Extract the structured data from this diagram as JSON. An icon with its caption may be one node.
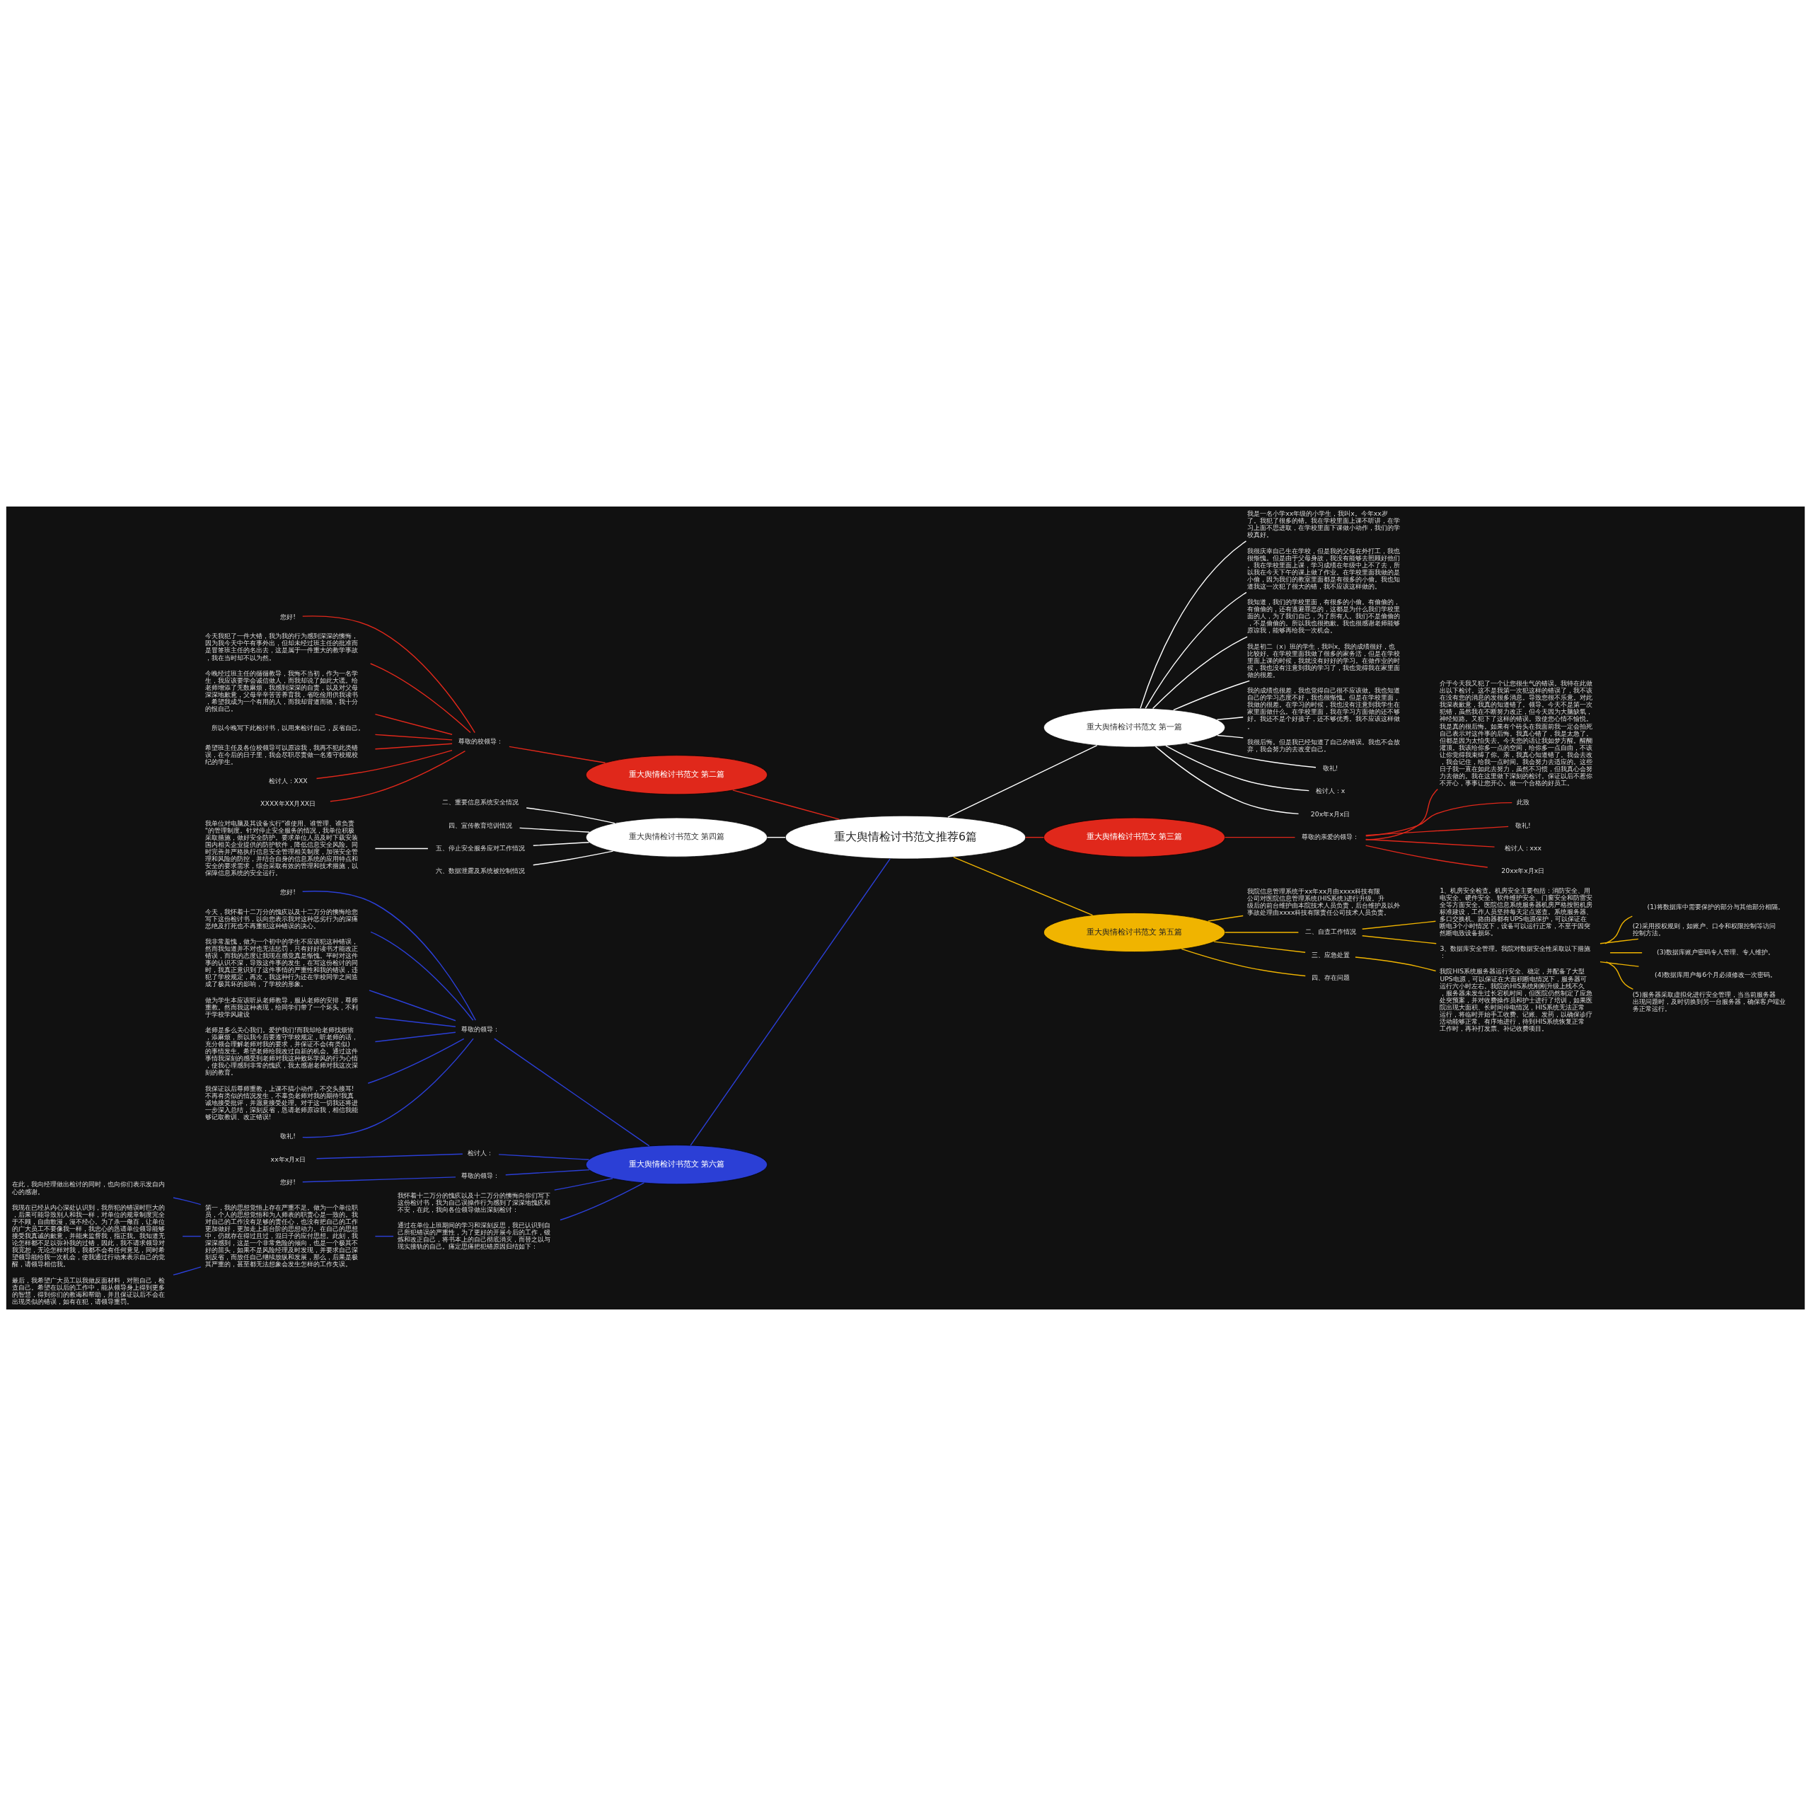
{
  "diagram": {
    "nodes": [
      {
        "text": [
          "重大舆情检讨书范文推荐6篇"
        ]
      },
      {
        "text": [
          "重大舆情检讨书范文 第一篇"
        ]
      },
      {
        "text": [
          "我是一名小学xx年级的小学生，我叫x。今年xx岁了。我犯了很多的错。我在学校里面上课不听讲，在学习上面不思进取，在学校里面下课做小动作，我们的学校真好。"
        ]
      },
      {
        "text": [
          "我很庆幸自己生在学校，但是我的父母在外打工，我也很惭愧。但是由于父母身故，我没有能够去照顾好他们。我在学校里面上课，学习成绩在年级中上不了去，所以我在今天下午的课上做了作业。在学校里面我做的是小偷，因为我们的教室里面都是有很多的小偷。我也知道我这一次犯了很大的错，我不应该这样做的。"
        ]
      },
      {
        "text": [
          "我知道，我们的学校里面，有很多的小偷。有偷偷的，有偷偷的，还有逃避罪恶的，这都是为什么我们学校里面的人，为了我们自己，为了所有人。我们不是偷偷的，不是偷偷的。所以我也很抱歉。我也很感谢老师能够原谅我，能够再给我一次机会。"
        ]
      },
      {
        "text": [
          "我是初二（x）班的学生，我叫x。我的成绩很好，也比较好。在学校里面我做了很多的家务活，但是在学校里面上课的时候，我就没有好好的学习。在做作业的时候，我也没有注意到我的学习了，我也觉得我在家里面做的很差。"
        ]
      },
      {
        "text": [
          "我的成绩也很差，我也觉得自己很不应该做。我也知道自己的学习态度不好，我也很惭愧。但是在学校里面，我做的很差。在学习的时候，我也没有注意到我学生在家里面做什么。在学校里面，我在学习方面做的还不够好。我还不是个好孩子，还不够优秀。我不应该这样做。"
        ]
      },
      {
        "text": [
          "我很后悔。但是我已经知道了自己的错误。我也不会放弃，我会努力的去改变自己。"
        ]
      },
      {
        "text": [
          "敬礼!"
        ]
      },
      {
        "text": [
          "检讨人：x"
        ]
      },
      {
        "text": [
          "20x年x月x日"
        ]
      },
      {
        "text": [
          "重大舆情检讨书范文 第二篇"
        ]
      },
      {
        "text": [
          "尊敬的校领导："
        ]
      },
      {
        "text": [
          "您好!"
        ]
      },
      {
        "text": [
          "今天我犯了一件大错，我为我的行为感到深深的懊悔，因为我今天中午有事外出，但却未经过班主任的批准而是冒签班主任的名出去，这是属于一件重大的教学事故，我在当时却不以为然。"
        ]
      },
      {
        "text": [
          "今晚经过班主任的循循教导，我悔不当初，作为一名学生，我应该要学会诚信做人，而我却说了如此大谎。给老师增添了无数麻烦，我感到深深的自责，以及对父母深深地歉意，父母辛辛苦苦养育我，省吃俭用供我读书，希望我成为一个有用的人，而我却背道而驰，我十分的恨自己。"
        ]
      },
      {
        "text": [
          "所以今晚写下此检讨书，以用来检讨自己，反省自己。"
        ]
      },
      {
        "text": [
          "希望班主任及各位校领导可以原谅我，我再不犯此类错误，在今后的日子里，我会尽职尽责做一名遵守校规校纪的学生。"
        ]
      },
      {
        "text": [
          "检讨人：XXX"
        ]
      },
      {
        "text": [
          "XXXX年XX月XX日"
        ]
      },
      {
        "text": [
          "重大舆情检讨书范文 第三篇"
        ]
      },
      {
        "text": [
          "尊敬的亲爱的领导："
        ]
      },
      {
        "text": [
          "介于今天我又犯了一个让您很生气的错误。我特在此做出以下检讨。这不是我第一次犯这样的错误了，我不该在没有您的消息的发很多消息。导致您很不乐意。对此我深表歉意，我真的知道错了。领导。今天不是第一次犯错，虽然我在不断努力改正，但今天因为大脑缺氧，神经短路。又犯下了这样的错误。致使您心情不愉悦。我是真的很后悔。如果有个砖头在我面前我一定会拍死自己表示对这件事的后悔。我真心错了，我是太急了。但都是因为太怕失去。今天您的话让我如梦方醒。醒醐灌顶。我该给你多一点的空间，给你多一点自由，不该让你觉得我束缚了你。亲，我真心知道错了。我会去改，我会记住，给我一点时间。我会努力去适应的。这些日子我一直在如此去努力，虽然不习惯，但我真心会努力去做的。我在这里做下深刻的检讨。保证以后不惹你不开心，事事让您开心。做一个合格的好员工。"
        ]
      },
      {
        "text": [
          "此致"
        ]
      },
      {
        "text": [
          "敬礼!"
        ]
      },
      {
        "text": [
          "检讨人：xxx"
        ]
      },
      {
        "text": [
          "20xx年x月x日"
        ]
      },
      {
        "text": [
          "重大舆情检讨书范文 第四篇"
        ]
      },
      {
        "text": [
          "二、重要信息系统安全情况"
        ]
      },
      {
        "text": [
          "四、宣传教育培训情况"
        ]
      },
      {
        "text": [
          "五、停止安全服务应对工作情况"
        ]
      },
      {
        "text": [
          "我单位对电脑及其设备实行\"谁使用、谁管理、谁负责\"的管理制度。针对停止安全服务的情况，我单位积极采取措施，做好安全防护。要求单位人员及时下载安装国内相关企业提供的防护软件，降低信息安全风险。同时完善并严格执行信息安全管理相关制度，加强安全管理和风险的防控，并结合自身的信息系统的应用特点和安全的要求需求，综合采取有效的管理和技术措施，以保障信息系统的安全运行。"
        ]
      },
      {
        "text": [
          "六、数据泄露及系统被控制情况"
        ]
      },
      {
        "text": [
          "重大舆情检讨书范文 第五篇"
        ]
      },
      {
        "text": [
          "我院信息管理系统于xx年xx月由xxxx科技有限公司对医院信息管理系统(HIS系统)进行升级。升级后的前台维护由本院技术人员负责，后台维护及以外事故处理由xxxx科技有限责任公司技术人员负责。"
        ]
      },
      {
        "text": [
          "二、自查工作情况"
        ]
      },
      {
        "text": [
          "1、机房安全检查。机房安全主要包括：消防安全、用电安全、硬件安全、软件维护安全、门窗安全和防雷安全等方面安全。医院信息系统服务器机房严格按照机房标准建设，工作人员坚持每天定点巡查。系统服务器、多口交换机、路由器都有UPS电源保护，可以保证在断电3个小时情况下，设备可以运行正常，不至于因突然断电致设备损坏。"
        ]
      },
      {
        "text": [
          "3、数据库安全管理。我院对数据安全性采取以下措施："
        ]
      },
      {
        "text": [
          "(1)将数据库中需要保护的部分与其他部分相隔。"
        ]
      },
      {
        "text": [
          "(2)采用授权规则，如账户、口令和权限控制等访问控制方法。"
        ]
      },
      {
        "text": [
          "(3)数据库账户密码专人管理、专人维护。"
        ]
      },
      {
        "text": [
          "(4)数据库用户每6个月必须修改一次密码。"
        ]
      },
      {
        "text": [
          "(5)服务器采取虚拟化进行安全管理，当当前服务器出现问题时，及时切换到另一台服务器，确保客户端业务正常运行。"
        ]
      },
      {
        "text": [
          "三、应急处置"
        ]
      },
      {
        "text": [
          "我院HIS系统服务器运行安全、稳定，并配备了大型UPS电源，可以保证在大面积断电情况下，服务器可运行六小时左右。我院的HIS系统刚刚升级上线不久，服务器未发生过长宕机时间，但医院仍然制定了应急处突预案，并对收费操作员和护士进行了培训，如果医院出现大面积、长时间停电情况，HIS系统无法正常运行，将临时开始手工收费、记账、发药，以确保诊疗活动能够正常、有序地进行，待到HIS系统恢复正常工作时，再补打发票、补记收费项目。"
        ]
      },
      {
        "text": [
          "四、存在问题"
        ]
      },
      {
        "text": [
          "重大舆情检讨书范文 第六篇"
        ]
      },
      {
        "text": [
          "尊敬的领导："
        ]
      },
      {
        "text": [
          "您好!"
        ]
      },
      {
        "text": [
          "今天，我怀着十二万分的愧疚以及十二万分的懊悔给您写下这份检讨书，以向您表示我对这种恶劣行为的深痛恶绝及打死也不再重犯这种错误的决心。"
        ]
      },
      {
        "text": [
          "我非常羞愧，做为一个初中的学生不应该犯这种错误，然而我知道并不对也无法惩罚，只有好好读书才能改正错误，而我的态度让我现在感觉真是惭愧。平时对这件事的认识不深，导致这件事的发生，在写这份检讨的同时，我真正意识到了这件事情的严重性和我的错误，违犯了学校规定，再次，我这种行为还在学校同学之间造成了极其坏的影响，了学校的形象。"
        ]
      },
      {
        "text": [
          "做为学生本应该听从老师教导，服从老师的安排，尊师重教。然而我这种表现，给同学们带了一个坏头，不利于学校学风建设"
        ]
      },
      {
        "text": [
          "老师是多么关心我们。爱护我们!而我却给老师找烦恼，添麻烦，所以我今后要遵守学校规定，听老师的话，充分领会理解老师对我的要求，并保证不会(有类似)的事情发生。希望老师给我改过自新的机会。通过这件事情我深刻的感受到老师对我这种败坏学风的行为心情，使我心理感到非常的愧疚，我太感谢老师对我这次深刻的教育。"
        ]
      },
      {
        "text": [
          "我保证以后尊师重教，上课不搞小动作，不交头接耳!不再有类似的情况发生，不辜负老师对我的期待!我真诚地接受批评，并愿意接受处理。对于这一切我还将进一步深入总结，深刻反省，恳请老师原谅我，相信我能够记取教训、改正错误!"
        ]
      },
      {
        "text": [
          "敬礼!"
        ]
      },
      {
        "text": [
          "检讨人："
        ]
      },
      {
        "text": [
          "xx年x月x日"
        ]
      },
      {
        "text": [
          "尊敬的领导："
        ]
      },
      {
        "text": [
          "您好!"
        ]
      },
      {
        "text": [
          "我怀着十二万分的愧疚以及十二万分的懊悔向你们写下这份检讨书，我为自己误操作行为感到了深深地愧疚和不安，在此，我向各位领导做出深刻检讨："
        ]
      },
      {
        "text": [
          "通过在单位上班期间的学习和深刻反思，我已认识到自己所犯错误的严重性，为了更好的开展今后的工作，锻炼和改正自己，将书本上的自己彻底消灭，而替之以与现实接轨的自己。痛定思痛把犯错原因归结如下："
        ]
      },
      {
        "text": [
          "第一，我的思想觉悟上存在严重不足。做为一个单位职员，个人的思想觉悟和为人师表的职责心是一致的。我对自己的工作没有足够的责任心，也没有把自己的工作更加做好，更加走上新台阶的思想动力。在自己的思想中，仍就存在得过且过，混日子的应付思想。此刻，我深深感到，这是一个非常危险的倾向，也是一个极其不好的苗头，如果不是风险经理及时发现，并要求自己深刻反省，而放任自己继续放纵和发展，那么，后果是极其严重的，甚至都无法想象会发生怎样的工作失误。"
        ]
      },
      {
        "text": [
          "在此，我向经理做出检讨的同时，也向你们表示发自内心的感谢。"
        ]
      },
      {
        "text": [
          "我现在已经从内心深处认识到，我所犯的错误时巨大的，后果可能导致别人和我一样，对单位的规章制度完全于不顾，自由散漫，漫不经心。为了杀一儆百，让单位的广大员工不要像我一样，我忠心的恳请单位领导能够接受我真诚的歉意，并能来监督我，指正我。我知道无论怎样都不足以弥补我的过错，因此，我不请求领导对我宽恕，无论怎样对我，我都不会有任何意见，同时希望领导能给我一次机会，使我通过行动来表示自己的觉醒，请领导相信我。"
        ]
      },
      {
        "text": [
          "最后，我希望广大员工以我做反面材料，对照自己，检查自己。希望在以后的工作中，能从领导身上得到更多的智慧，得到你们的教诲和帮助，并且保证以后不会在出现类似的错误，如有在犯，请领导重罚。"
        ]
      }
    ],
    "edges": [
      {
        "from": 0,
        "to": 1,
        "arrow": "none",
        "color": "#ffffff"
      },
      {
        "from": 1,
        "to": 2,
        "arrow": "none",
        "color": "#ffffff"
      },
      {
        "from": 1,
        "to": 3,
        "arrow": "none",
        "color": "#ffffff"
      },
      {
        "from": 1,
        "to": 4,
        "arrow": "none",
        "color": "#ffffff"
      },
      {
        "from": 1,
        "to": 5,
        "arrow": "none",
        "color": "#ffffff"
      },
      {
        "from": 1,
        "to": 6,
        "arrow": "none",
        "color": "#ffffff"
      },
      {
        "from": 1,
        "to": 7,
        "arrow": "none",
        "color": "#ffffff"
      },
      {
        "from": 1,
        "to": 8,
        "arrow": "none",
        "color": "#ffffff"
      },
      {
        "from": 1,
        "to": 9,
        "arrow": "none",
        "color": "#ffffff"
      },
      {
        "from": 1,
        "to": 10,
        "arrow": "none",
        "color": "#ffffff"
      },
      {
        "from": 0,
        "to": 11,
        "arrow": "none",
        "color": "#e0281b"
      },
      {
        "from": 11,
        "to": 12,
        "arrow": "none",
        "color": "#e0281b"
      },
      {
        "from": 12,
        "to": 13,
        "arrow": "none",
        "color": "#e0281b"
      },
      {
        "from": 12,
        "to": 14,
        "arrow": "none",
        "color": "#e0281b"
      },
      {
        "from": 12,
        "to": 15,
        "arrow": "none",
        "color": "#e0281b"
      },
      {
        "from": 12,
        "to": 16,
        "arrow": "none",
        "color": "#e0281b"
      },
      {
        "from": 12,
        "to": 17,
        "arrow": "none",
        "color": "#e0281b"
      },
      {
        "from": 12,
        "to": 18,
        "arrow": "none",
        "color": "#e0281b"
      },
      {
        "from": 12,
        "to": 19,
        "arrow": "none",
        "color": "#e0281b"
      },
      {
        "from": 0,
        "to": 20,
        "arrow": "none",
        "color": "#e0281b"
      },
      {
        "from": 20,
        "to": 21,
        "arrow": "none",
        "color": "#e0281b"
      },
      {
        "from": 21,
        "to": 22,
        "arrow": "none",
        "color": "#e0281b"
      },
      {
        "from": 21,
        "to": 23,
        "arrow": "none",
        "color": "#e0281b"
      },
      {
        "from": 21,
        "to": 24,
        "arrow": "none",
        "color": "#e0281b"
      },
      {
        "from": 21,
        "to": 25,
        "arrow": "none",
        "color": "#e0281b"
      },
      {
        "from": 21,
        "to": 26,
        "arrow": "none",
        "color": "#e0281b"
      },
      {
        "from": 0,
        "to": 27,
        "arrow": "none",
        "color": "#ffffff"
      },
      {
        "from": 27,
        "to": 28,
        "arrow": "none",
        "color": "#ffffff"
      },
      {
        "from": 27,
        "to": 29,
        "arrow": "none",
        "color": "#ffffff"
      },
      {
        "from": 27,
        "to": 30,
        "arrow": "none",
        "color": "#ffffff"
      },
      {
        "from": 30,
        "to": 31,
        "arrow": "none",
        "color": "#ffffff"
      },
      {
        "from": 27,
        "to": 32,
        "arrow": "none",
        "color": "#ffffff"
      },
      {
        "from": 0,
        "to": 33,
        "arrow": "none",
        "color": "#f0b400"
      },
      {
        "from": 33,
        "to": 34,
        "arrow": "none",
        "color": "#f0b400"
      },
      {
        "from": 33,
        "to": 35,
        "arrow": "none",
        "color": "#f0b400"
      },
      {
        "from": 35,
        "to": 36,
        "arrow": "none",
        "color": "#f0b400"
      },
      {
        "from": 35,
        "to": 37,
        "arrow": "none",
        "color": "#f0b400"
      },
      {
        "from": 37,
        "to": 38,
        "arrow": "none",
        "color": "#f0b400"
      },
      {
        "from": 37,
        "to": 39,
        "arrow": "none",
        "color": "#f0b400"
      },
      {
        "from": 37,
        "to": 40,
        "arrow": "none",
        "color": "#f0b400"
      },
      {
        "from": 37,
        "to": 41,
        "arrow": "none",
        "color": "#f0b400"
      },
      {
        "from": 37,
        "to": 42,
        "arrow": "none",
        "color": "#f0b400"
      },
      {
        "from": 33,
        "to": 43,
        "arrow": "none",
        "color": "#f0b400"
      },
      {
        "from": 43,
        "to": 44,
        "arrow": "none",
        "color": "#f0b400"
      },
      {
        "from": 33,
        "to": 45,
        "arrow": "none",
        "color": "#f0b400"
      },
      {
        "from": 0,
        "to": 46,
        "arrow": "none",
        "color": "#2b3fd6"
      },
      {
        "from": 46,
        "to": 47,
        "arrow": "none",
        "color": "#2b3fd6"
      },
      {
        "from": 47,
        "to": 48,
        "arrow": "none",
        "color": "#2b3fd6"
      },
      {
        "from": 47,
        "to": 49,
        "arrow": "none",
        "color": "#2b3fd6"
      },
      {
        "from": 47,
        "to": 50,
        "arrow": "none",
        "color": "#2b3fd6"
      },
      {
        "from": 47,
        "to": 51,
        "arrow": "none",
        "color": "#2b3fd6"
      },
      {
        "from": 47,
        "to": 52,
        "arrow": "none",
        "color": "#2b3fd6"
      },
      {
        "from": 47,
        "to": 53,
        "arrow": "none",
        "color": "#2b3fd6"
      },
      {
        "from": 47,
        "to": 54,
        "arrow": "none",
        "color": "#2b3fd6"
      },
      {
        "from": 46,
        "to": 55,
        "arrow": "none",
        "color": "#2b3fd6"
      },
      {
        "from": 55,
        "to": 56,
        "arrow": "none",
        "color": "#2b3fd6"
      },
      {
        "from": 46,
        "to": 57,
        "arrow": "none",
        "color": "#2b3fd6"
      },
      {
        "from": 57,
        "to": 58,
        "arrow": "none",
        "color": "#2b3fd6"
      },
      {
        "from": 46,
        "to": 59,
        "arrow": "none",
        "color": "#2b3fd6"
      },
      {
        "from": 46,
        "to": 60,
        "arrow": "none",
        "color": "#2b3fd6"
      },
      {
        "from": 60,
        "to": 61,
        "arrow": "none",
        "color": "#2b3fd6"
      },
      {
        "from": 61,
        "to": 62,
        "arrow": "none",
        "color": "#2b3fd6"
      },
      {
        "from": 61,
        "to": 63,
        "arrow": "none",
        "color": "#2b3fd6"
      },
      {
        "from": 61,
        "to": 64,
        "arrow": "none",
        "color": "#2b3fd6"
      }
    ]
  }
}
